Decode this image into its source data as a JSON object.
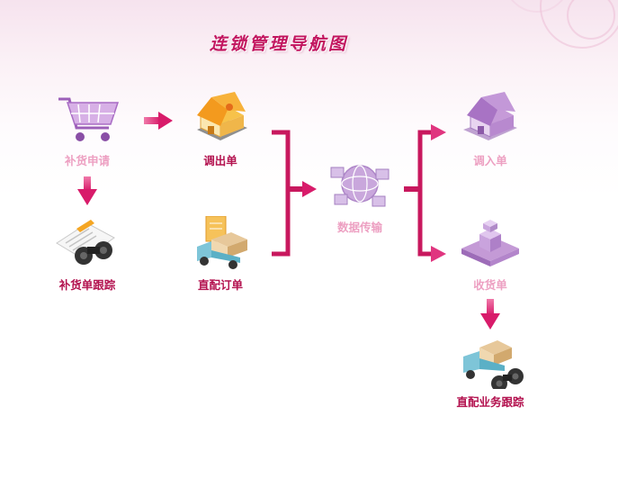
{
  "title": "连锁管理导航图",
  "nodes": {
    "replenish_apply": {
      "label": "补货申请",
      "icon": "shopping-cart-icon"
    },
    "transfer_out": {
      "label": "调出单",
      "icon": "house-icon"
    },
    "replenish_track": {
      "label": "补货单跟踪",
      "icon": "binoculars-document-icon"
    },
    "direct_order": {
      "label": "直配订单",
      "icon": "delivery-truck-icon"
    },
    "data_transfer": {
      "label": "数据传输",
      "icon": "network-globe-icon"
    },
    "transfer_in": {
      "label": "调入单",
      "icon": "house-icon"
    },
    "receipt": {
      "label": "收货单",
      "icon": "warehouse-boxes-icon"
    },
    "direct_track": {
      "label": "直配业务跟踪",
      "icon": "truck-binoculars-icon"
    }
  },
  "colors": {
    "title": "#c2155f",
    "arrow": "#e0357f",
    "bracket": "#c8185e",
    "label_dark": "#b3124f",
    "label_light": "#eda0c2",
    "icon_purple": "#b87ad0",
    "icon_orange": "#f39a1e"
  }
}
